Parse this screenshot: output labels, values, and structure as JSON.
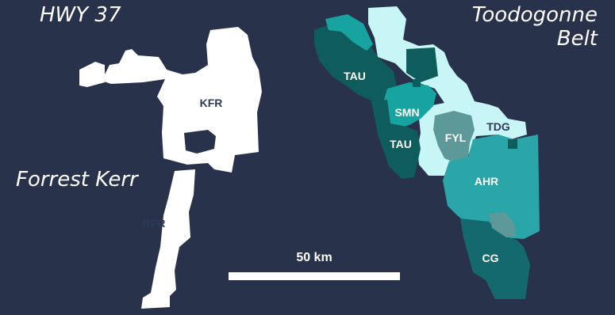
{
  "titles": {
    "hwy37": "HWY 37",
    "forrest_kerr": "Forrest Kerr",
    "toodogonne_line1": "Toodogonne",
    "toodogonne_line2": "Belt"
  },
  "claims": {
    "kfr_north": "KFR",
    "kfr_south": "KFR",
    "tau_north": "TAU",
    "tau_south": "TAU",
    "smn": "SMN",
    "fyl": "FYL",
    "tdg": "TDG",
    "ahr": "AHR",
    "cg": "CG"
  },
  "scale_bar": {
    "label": "50 km"
  },
  "colors": {
    "background": "#28334b",
    "kfr": "#ffffff",
    "tau": "#0f5c5c",
    "smn": "#17a3a0",
    "fyl": "#5e9999",
    "tdg": "#c8f5f5",
    "ahr": "#2aa6a8",
    "cg": "#14696e"
  }
}
